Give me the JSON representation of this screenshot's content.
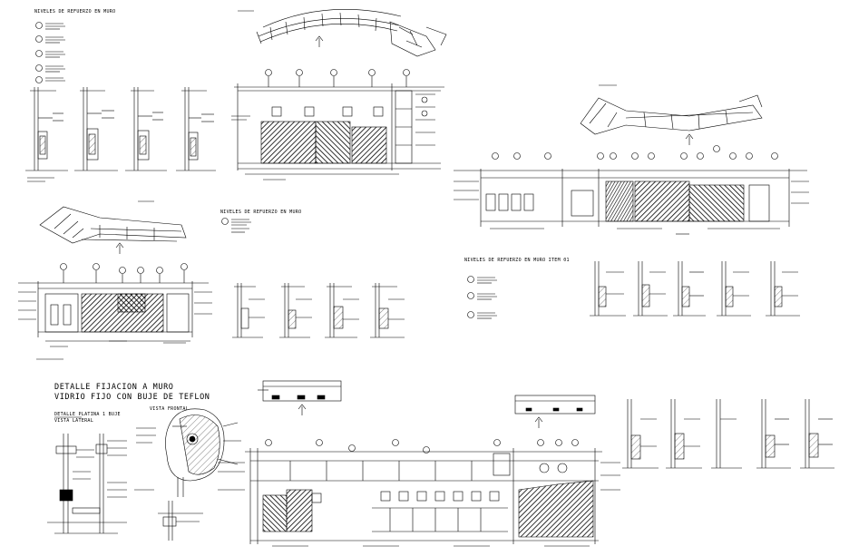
{
  "drawing": {
    "title_niveles_top": "NIVELES DE REFUERZO EN MURO",
    "title_niveles_mid": "NIVELES DE REFUERZO EN MURO",
    "title_niveles_item": "NIVELES DE REFUERZO EN MURO ITEM 01",
    "detalle_title_1": "DETALLE FIJACION A MURO",
    "detalle_title_2": "VIDRIO FIJO CON BUJE DE TEFLON",
    "vista_frontal": "VISTA FRONTAL",
    "detalle_sub": "DETALLE PLATINA 1 BUJE",
    "vista_lateral": "VISTA LATERAL"
  }
}
